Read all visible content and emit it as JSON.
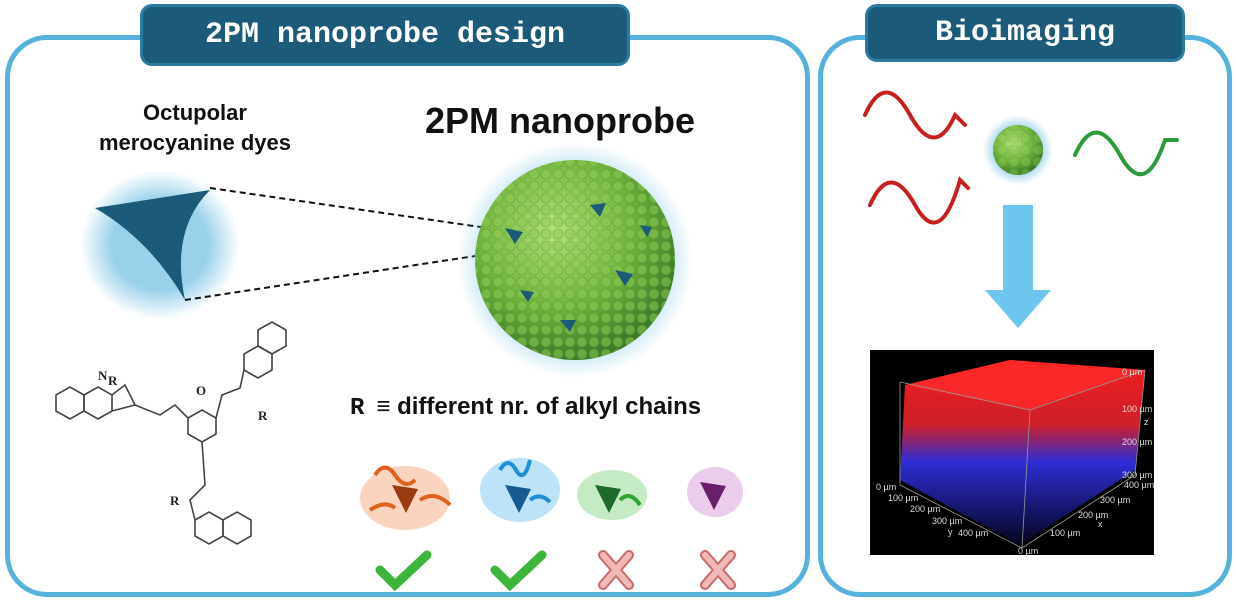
{
  "design_panel": {
    "title": "2PM nanoprobe design",
    "dyes_label_line1": "Octupolar",
    "dyes_label_line2": "merocyanine dyes",
    "nanoprobe_label": "2PM nanoprobe",
    "r_symbol": "R",
    "r_definition": "≡ different nr. of alkyl chains",
    "structure_r_label": "R",
    "structure_n_label": "N",
    "structure_o_label": "O",
    "variants": [
      {
        "color": "#e0601c",
        "result": "check"
      },
      {
        "color": "#1f8fd6",
        "result": "check"
      },
      {
        "color": "#2fa42f",
        "result": "cross"
      },
      {
        "color": "#8a2a8a",
        "result": "cross"
      }
    ]
  },
  "bioimaging_panel": {
    "title": "Bioimaging",
    "axis_y_ticks": [
      "0 µm",
      "100 µm",
      "200 µm",
      "300 µm",
      "400 µm"
    ],
    "axis_y_label": "y",
    "axis_x_ticks": [
      "0 µm",
      "100 µm",
      "200 µm",
      "300 µm",
      "400 µm"
    ],
    "axis_x_label": "x",
    "axis_z_ticks": [
      "0 µm",
      "100 µm",
      "200 µm",
      "300 µm"
    ],
    "axis_z_label": "z"
  },
  "colors": {
    "accent": "#55b2dd",
    "tab": "#1b5a78",
    "excitation": "#c81e1e",
    "emission": "#2a9a3a",
    "check": "#3db53d",
    "cross": "#e89a9a"
  }
}
